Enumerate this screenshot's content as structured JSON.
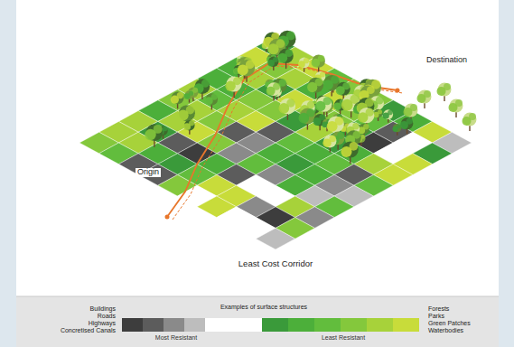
{
  "diagram": {
    "labels": [
      "Destination",
      "Origin",
      "Least Cost Corridor",
      "Examples of surface structures",
      "Buildings",
      "Roads",
      "Highways",
      "Concretised Canals",
      "Forests",
      "Parks",
      "Green Patches",
      "Waterbodies"
    ],
    "legend": [
      {
        "text": "Most Resistant",
        "color": "#3d3d3d"
      },
      {
        "text": "Least Resistant",
        "color": "#c8dc3a"
      }
    ]
  }
}
